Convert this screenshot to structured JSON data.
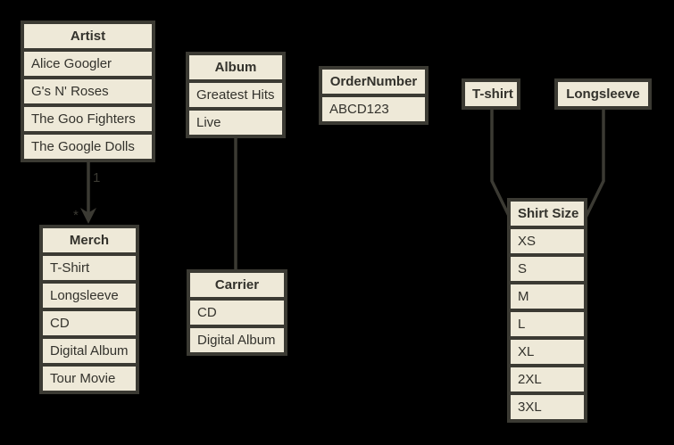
{
  "colors": {
    "background": "#000000",
    "node_fill": "#EEE9D8",
    "line": "#3B3A33",
    "text": "#33322C"
  },
  "nodes": {
    "artist": {
      "title": "Artist",
      "rows": [
        "Alice Googler",
        "G's N' Roses",
        "The Goo Fighters",
        "The Google Dolls"
      ]
    },
    "album": {
      "title": "Album",
      "rows": [
        "Greatest Hits",
        "Live"
      ]
    },
    "order_number": {
      "title": "OrderNumber",
      "rows": [
        "ABCD123"
      ]
    },
    "tshirt": {
      "title": "T-shirt",
      "rows": []
    },
    "longsleeve": {
      "title": "Longsleeve",
      "rows": []
    },
    "merch": {
      "title": "Merch",
      "rows": [
        "T-Shirt",
        "Longsleeve",
        "CD",
        "Digital Album",
        "Tour Movie"
      ]
    },
    "carrier": {
      "title": "Carrier",
      "rows": [
        "CD",
        "Digital Album"
      ]
    },
    "shirt_size": {
      "title": "Shirt Size",
      "rows": [
        "XS",
        "S",
        "M",
        "L",
        "XL",
        "2XL",
        "3XL"
      ]
    }
  },
  "connectors": {
    "artist_to_merch": {
      "source_multiplicity": "1",
      "target_multiplicity": "*"
    }
  }
}
